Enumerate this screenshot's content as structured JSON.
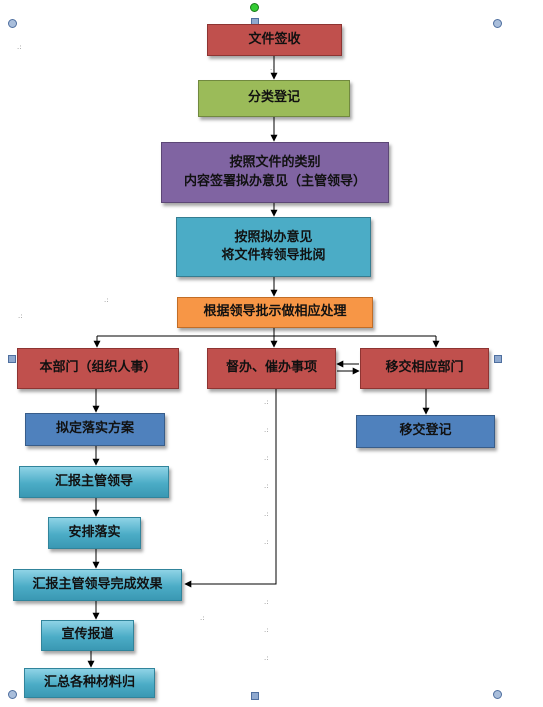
{
  "nodes": {
    "receive": "文件签收",
    "classify": "分类登记",
    "opinion_line1": "按照文件的类别",
    "opinion_line2": "内容签署拟办意见（主管领导）",
    "forward_line1": "按照拟办意见",
    "forward_line2": "将文件转领导批阅",
    "handle": "根据领导批示做相应处理",
    "dept": "本部门（组织人事）",
    "supervise": "督办、催办事项",
    "transfer": "移交相应部门",
    "plan": "拟定落实方案",
    "report": "汇报主管领导",
    "arrange": "安排落实",
    "report_result": "汇报主管领导完成效果",
    "publicize": "宣传报道",
    "archive": "汇总各种材料归",
    "transfer_register": "移交登记"
  },
  "colors": {
    "red": "#c0504d",
    "green": "#9bbb59",
    "purple": "#8064a2",
    "teal": "#4bacc6",
    "orange": "#f79646",
    "blue": "#4f81bd"
  }
}
